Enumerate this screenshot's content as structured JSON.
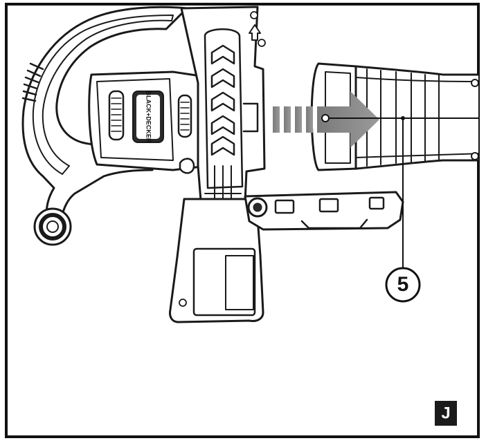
{
  "figure": {
    "brand_text": "BLACK+DECKER",
    "callout_number": "5",
    "figure_letter": "J"
  },
  "colors": {
    "frame": "#111111",
    "line": "#1a1a1a",
    "device_fill": "#ffffff",
    "dark_part": "#2b2b2b",
    "arrow_fill": "#8c8c8c",
    "letter_box_bg": "#1b1b1b",
    "letter_box_text": "#ffffff"
  },
  "icons": {
    "direction_arrow": "assembly-direction-arrow-icon",
    "lock_symbol": "lock-icon",
    "unlock_symbol": "unlock-icon"
  }
}
